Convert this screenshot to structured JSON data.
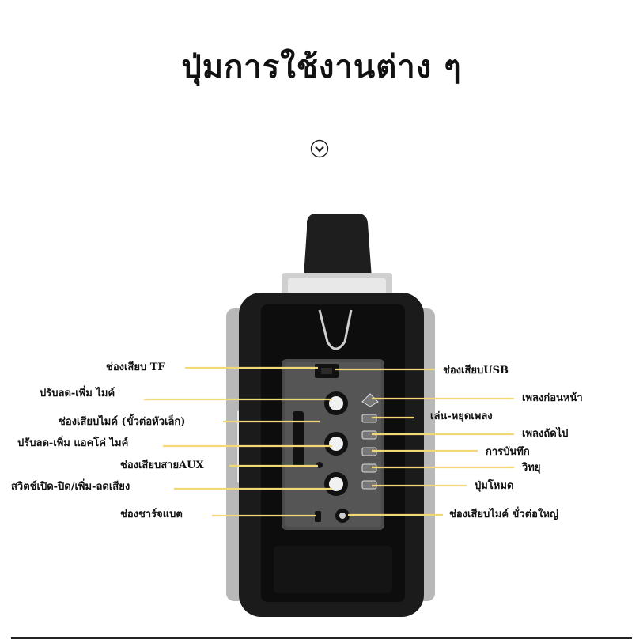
{
  "title": "ปุ่มการใช้งานต่าง ๆ",
  "icons": {
    "chevron": "chevron-down-circle-icon"
  },
  "colors": {
    "leader_line": "#f3d877",
    "device_body": "#1c1c1c",
    "panel": "#4b4b4b"
  },
  "labels_left": [
    "ช่องเสียบ TF",
    "ปรับลด-เพิ่ม ไมค์",
    "ช่องเสียบไมค์ (ขั้วต่อหัวเล็ก)",
    "ปรับลด-เพิ่ม แอคโค่ ไมค์",
    "ช่องเสียบสายAUX",
    "สวิตช์เปิด-ปิด/เพิ่ม-ลดเสียง",
    "ช่องชาร์จแบต"
  ],
  "labels_right": [
    "ช่องเสียบUSB",
    "เพลงก่อนหน้า",
    "เล่น-หยุดเพลง",
    "เพลงถัดไป",
    "การบันทึก",
    "วิทยุ",
    "ปุ่มโหมด",
    "ช่องเสียบไมค์ ขั่วต่อใหญ่"
  ]
}
